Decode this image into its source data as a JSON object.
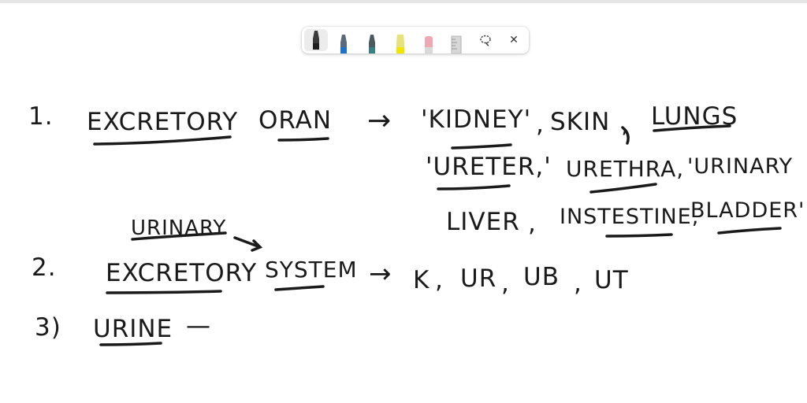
{
  "toolbar": {
    "tools": [
      {
        "name": "pen-black",
        "color": "#1f1f1f"
      },
      {
        "name": "pen-blue",
        "color": "#1e73c8"
      },
      {
        "name": "pen-teal",
        "color": "#3a7f86"
      },
      {
        "name": "highlighter-yellow",
        "color": "#f2e600"
      },
      {
        "name": "eraser",
        "color": "#f0a9b3"
      },
      {
        "name": "ruler",
        "color": "#cfcfcf"
      }
    ],
    "lasso_icon": "lasso-icon",
    "close_icon": "close-icon",
    "close_glyph": "✕",
    "lasso_glyph": "⌕"
  },
  "canvas": {
    "line1": {
      "number": "1.",
      "term": "EXCRETORY",
      "term2": "ORAN",
      "arrow": "→",
      "items": [
        "'KIDNEY'",
        ",",
        "SKIN",
        ",",
        "LUNGS"
      ]
    },
    "line1b": {
      "items": [
        "'URETER,'",
        "URETHRA,",
        "'URINARY"
      ]
    },
    "line1c": {
      "items": [
        "LIVER",
        ",",
        "INSTESTINE,",
        "BLADDER'"
      ]
    },
    "line2": {
      "number": "2.",
      "above": "URINARY",
      "term": "EXCRETORY",
      "term2": "SYSTEM",
      "arrow": "→",
      "items": [
        "K",
        ",",
        "UR",
        ",",
        "UB",
        ",",
        "UT"
      ]
    },
    "line3": {
      "number": "3)",
      "term": "URINE",
      "dash": "—"
    }
  },
  "colors": {
    "ink": "#1a1a1a",
    "toolbar_bg": "#ffffff",
    "selected_bg": "#ececec"
  }
}
